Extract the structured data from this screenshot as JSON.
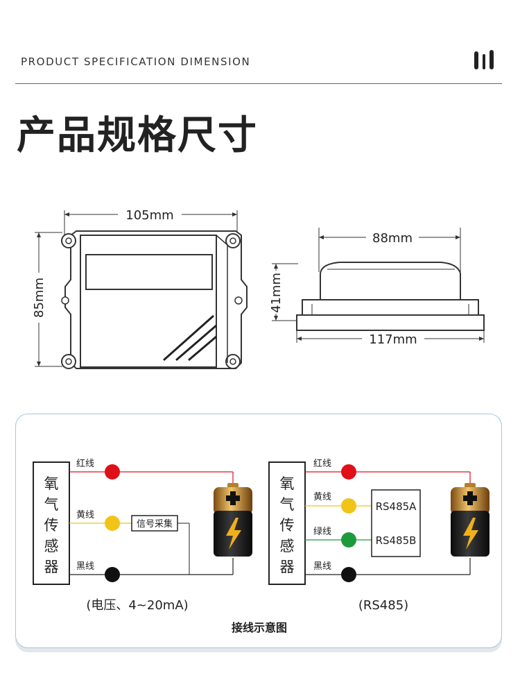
{
  "header": {
    "title_en": "PRODUCT SPECIFICATION DIMENSION",
    "title_cn": "产品规格尺寸"
  },
  "front_view": {
    "width_label": "105mm",
    "height_label": "85mm"
  },
  "side_view": {
    "top_label": "88mm",
    "height_label": "41mm",
    "bottom_label": "117mm"
  },
  "wiring": {
    "caption": "接线示意图",
    "left": {
      "sensor_label": [
        "氧",
        "气",
        "传",
        "感",
        "器"
      ],
      "wire_red": "红线",
      "wire_yellow": "黄线",
      "wire_black": "黑线",
      "signal_box": "信号采集",
      "mode_label": "(电压、4~20mA)"
    },
    "right": {
      "sensor_label": [
        "氧",
        "气",
        "传",
        "感",
        "器"
      ],
      "wire_red": "红线",
      "wire_yellow": "黄线",
      "wire_green": "绿线",
      "wire_black": "黑线",
      "box_a": "RS485A",
      "box_b": "RS485B",
      "mode_label": "(RS485)"
    }
  },
  "colors": {
    "red": "#e01018",
    "yellow": "#f2c418",
    "green": "#1e9a3a",
    "black": "#111111",
    "panel_border": "#a9c3dc"
  }
}
